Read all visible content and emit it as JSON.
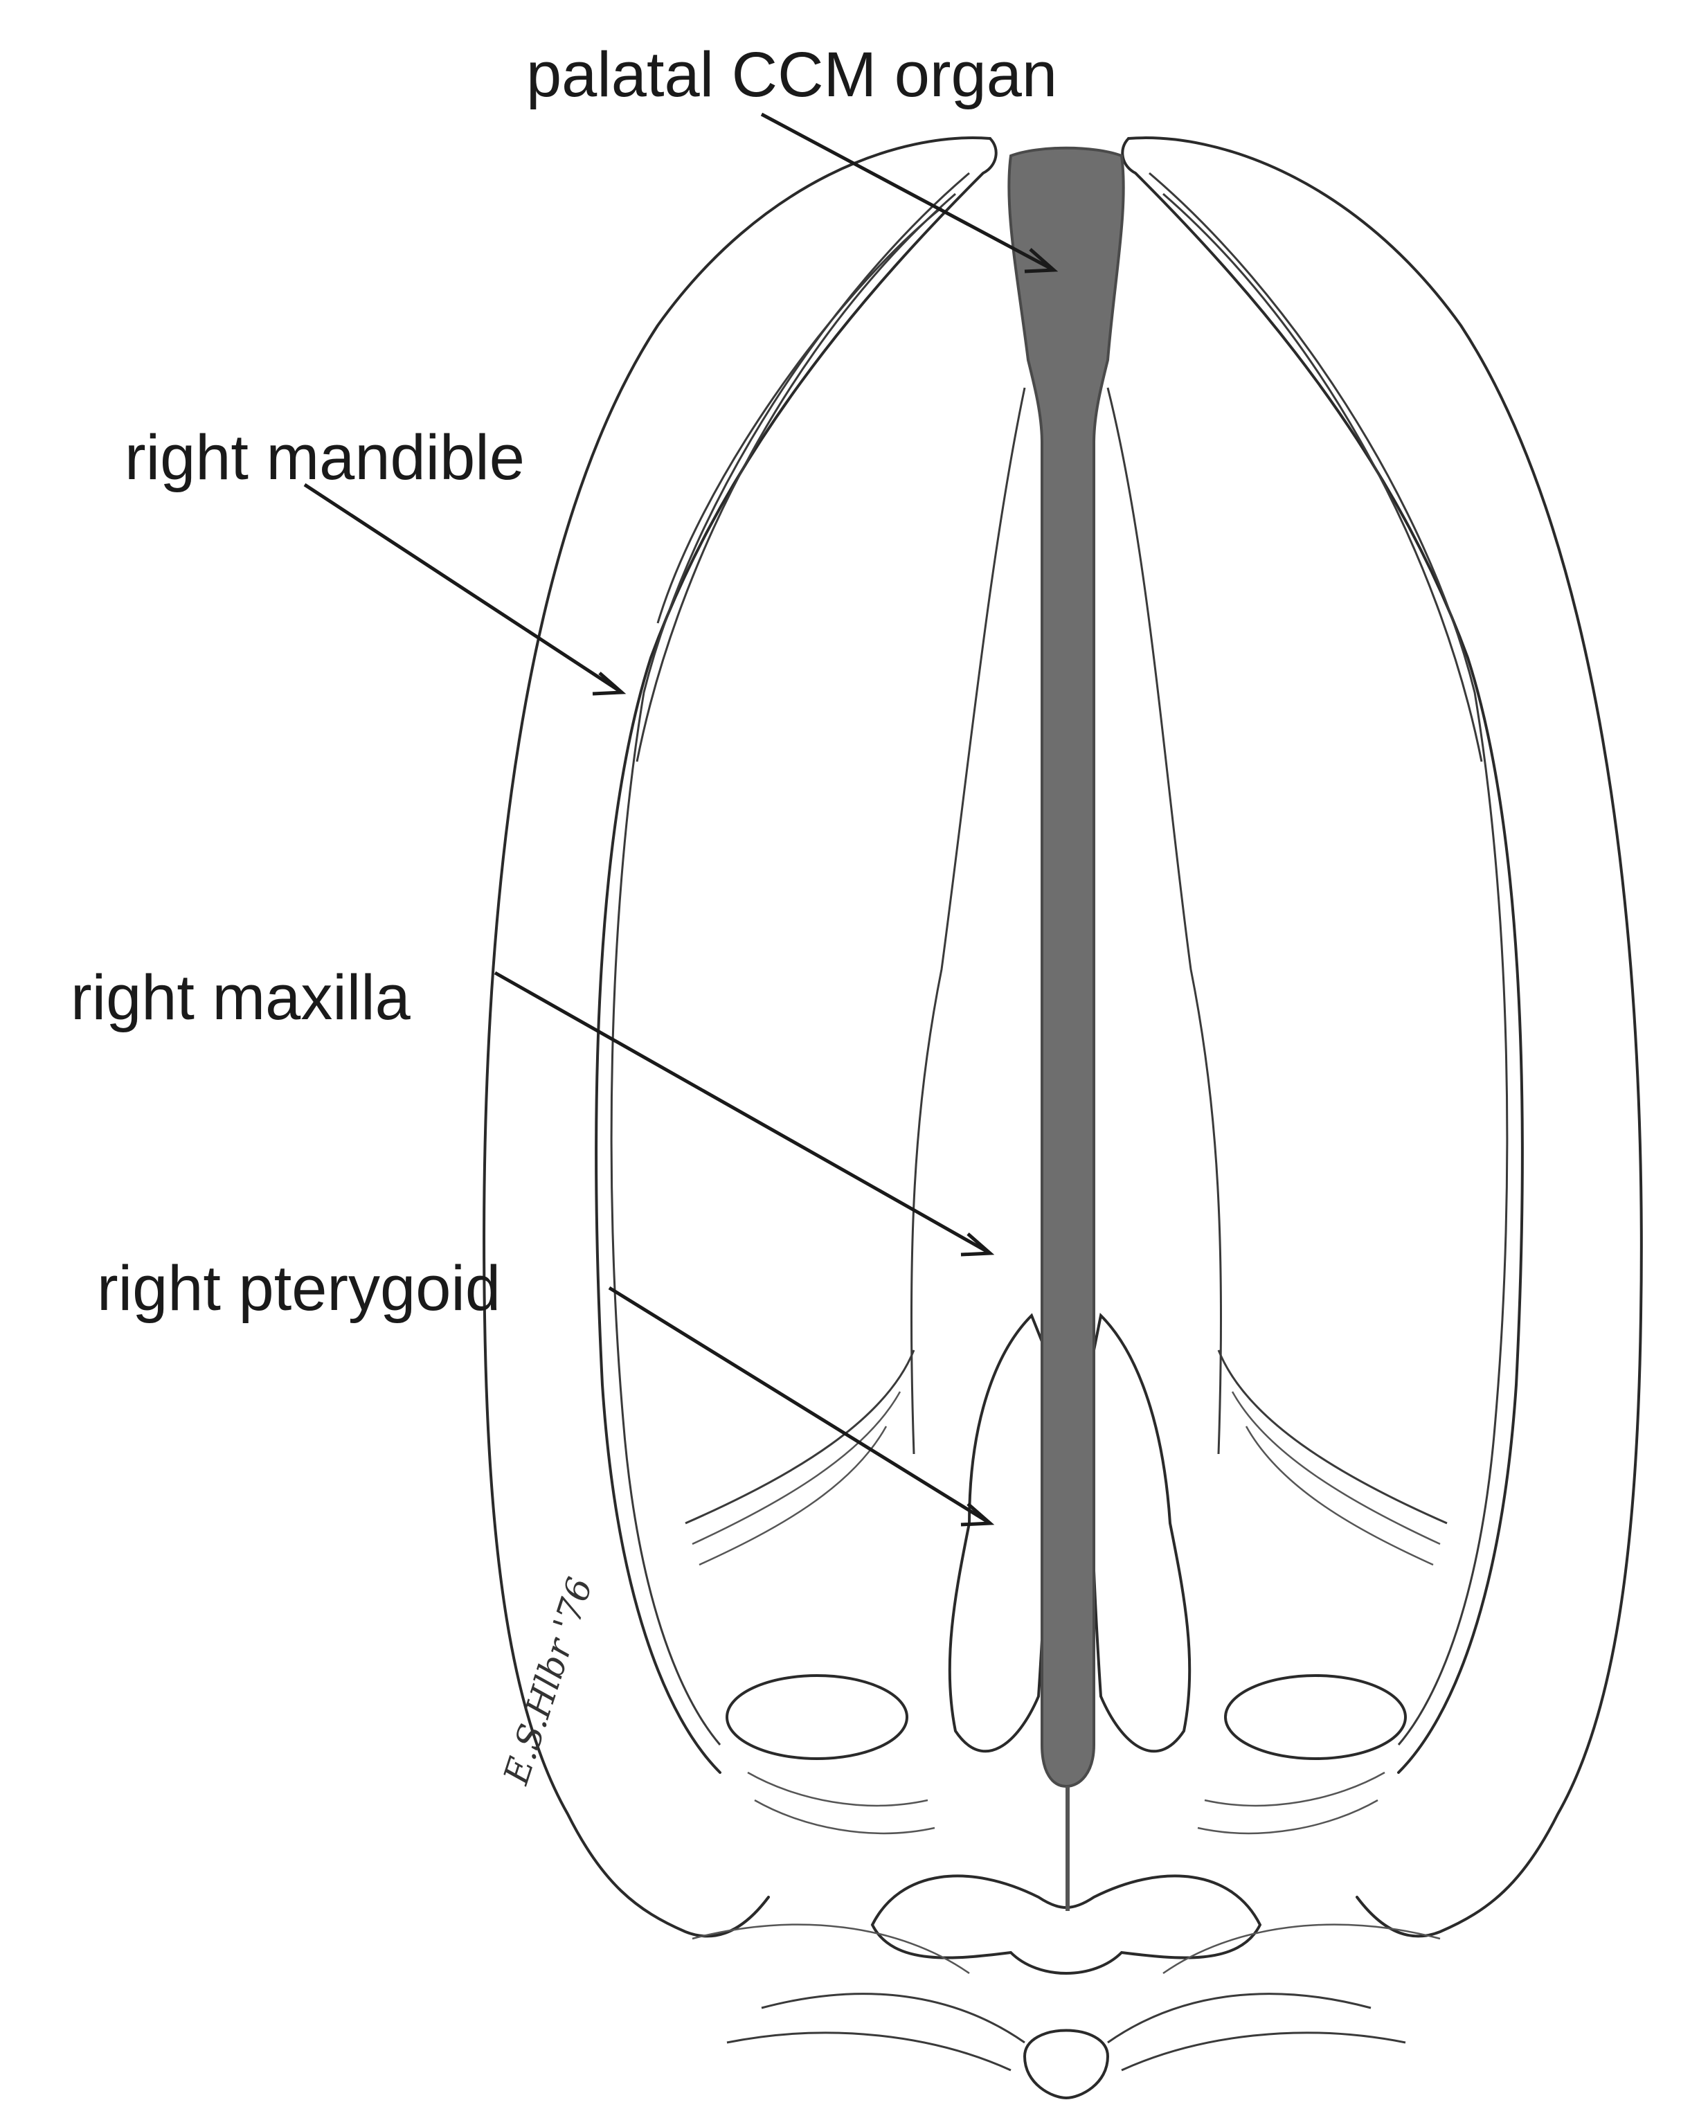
{
  "figure": {
    "subject": "snake skull, ventral view",
    "organ_color": "#6e6e6e",
    "line_color": "#2a2a2a",
    "background": "#ffffff"
  },
  "labels": {
    "ccm": "palatal CCM organ",
    "mandible": "right mandible",
    "maxilla": "right maxilla",
    "pterygoid": "right pterygoid"
  },
  "signature": "E.S. ... '76"
}
